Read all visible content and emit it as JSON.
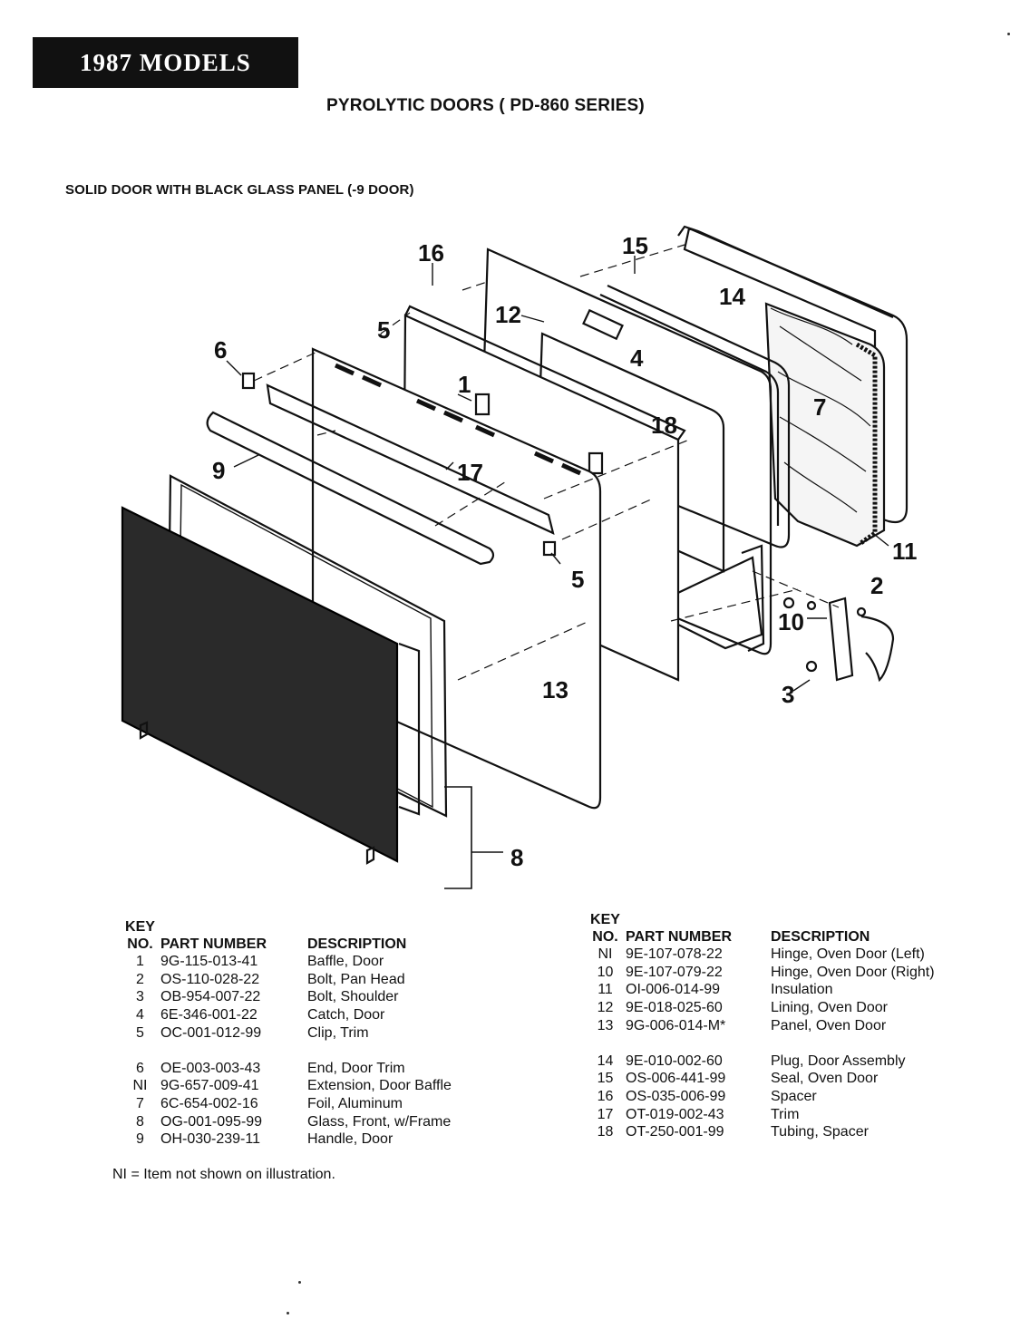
{
  "banner": {
    "text": "1987 MODELS"
  },
  "page": {
    "title": "PYROLYTIC DOORS ( PD-860 SERIES)",
    "subtitle": "SOLID DOOR WITH BLACK GLASS PANEL (-9 DOOR)"
  },
  "diagram": {
    "callouts": [
      "16",
      "15",
      "14",
      "12",
      "4",
      "5",
      "6",
      "1",
      "18",
      "7",
      "9",
      "17",
      "5",
      "11",
      "2",
      "10",
      "13",
      "3",
      "8"
    ]
  },
  "tables": {
    "headers": {
      "key_line1": "KEY",
      "key_line2": "NO.",
      "part": "PART NUMBER",
      "desc": "DESCRIPTION"
    },
    "left": [
      {
        "key": "1",
        "part": "9G-115-013-41",
        "desc": "Baffle, Door"
      },
      {
        "key": "2",
        "part": "OS-110-028-22",
        "desc": "Bolt, Pan Head"
      },
      {
        "key": "3",
        "part": "OB-954-007-22",
        "desc": "Bolt, Shoulder"
      },
      {
        "key": "4",
        "part": "6E-346-001-22",
        "desc": "Catch, Door"
      },
      {
        "key": "5",
        "part": "OC-001-012-99",
        "desc": "Clip, Trim"
      },
      {
        "key": "6",
        "part": "OE-003-003-43",
        "desc": "End, Door Trim"
      },
      {
        "key": "NI",
        "part": "9G-657-009-41",
        "desc": "Extension, Door Baffle"
      },
      {
        "key": "7",
        "part": "6C-654-002-16",
        "desc": "Foil, Aluminum"
      },
      {
        "key": "8",
        "part": "OG-001-095-99",
        "desc": "Glass, Front, w/Frame"
      },
      {
        "key": "9",
        "part": "OH-030-239-11",
        "desc": "Handle, Door"
      }
    ],
    "right": [
      {
        "key": "NI",
        "part": "9E-107-078-22",
        "desc": "Hinge, Oven Door (Left)"
      },
      {
        "key": "10",
        "part": "9E-107-079-22",
        "desc": "Hinge, Oven Door (Right)"
      },
      {
        "key": "11",
        "part": "OI-006-014-99",
        "desc": "Insulation"
      },
      {
        "key": "12",
        "part": "9E-018-025-60",
        "desc": "Lining, Oven Door"
      },
      {
        "key": "13",
        "part": "9G-006-014-M*",
        "desc": "Panel, Oven Door"
      },
      {
        "key": "14",
        "part": "9E-010-002-60",
        "desc": "Plug, Door Assembly"
      },
      {
        "key": "15",
        "part": "OS-006-441-99",
        "desc": "Seal, Oven Door"
      },
      {
        "key": "16",
        "part": "OS-035-006-99",
        "desc": "Spacer"
      },
      {
        "key": "17",
        "part": "OT-019-002-43",
        "desc": "Trim"
      },
      {
        "key": "18",
        "part": "OT-250-001-99",
        "desc": "Tubing, Spacer"
      }
    ]
  },
  "note": "NI = Item not shown on illustration."
}
